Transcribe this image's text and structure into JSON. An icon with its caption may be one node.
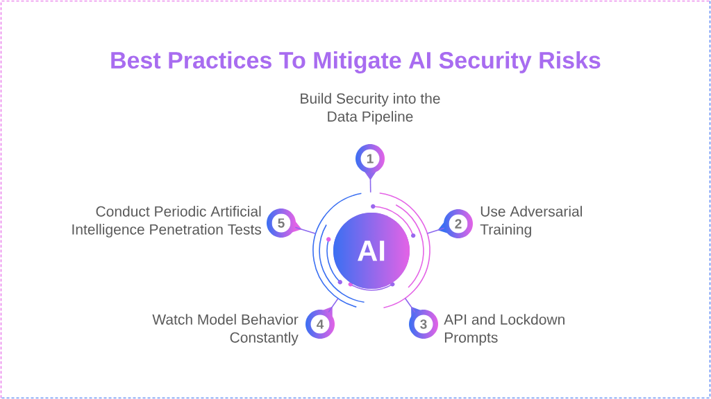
{
  "diagram": {
    "title": "Best Practices To Mitigate AI Security Risks",
    "nodes": [
      {
        "text": [],
        "shape": "circle"
      },
      {
        "text": [
          "AI"
        ],
        "in": 0
      },
      {
        "text": [
          "1"
        ],
        "beside": [
          "Build Security into the Data Pipeline"
        ]
      },
      {
        "text": [
          "2"
        ],
        "beside": [
          "Use Adversarial Training"
        ]
      },
      {
        "text": [
          "3"
        ],
        "beside": [
          "API and Lockdown Prompts"
        ]
      },
      {
        "text": [
          "4"
        ],
        "beside": [
          "Watch Model Behavior Constantly"
        ]
      },
      {
        "text": [
          "5"
        ],
        "beside": [
          "Conduct Periodic Artificial Intelligence Penetration Tests"
        ]
      }
    ],
    "edges": [
      {
        "from": 2,
        "to": 0,
        "arrow": "none"
      },
      {
        "from": 3,
        "to": 0,
        "arrow": "none"
      },
      {
        "from": 4,
        "to": 0,
        "arrow": "none"
      },
      {
        "from": 5,
        "to": 0,
        "arrow": "none"
      },
      {
        "from": 6,
        "to": 0,
        "arrow": "none"
      }
    ]
  }
}
